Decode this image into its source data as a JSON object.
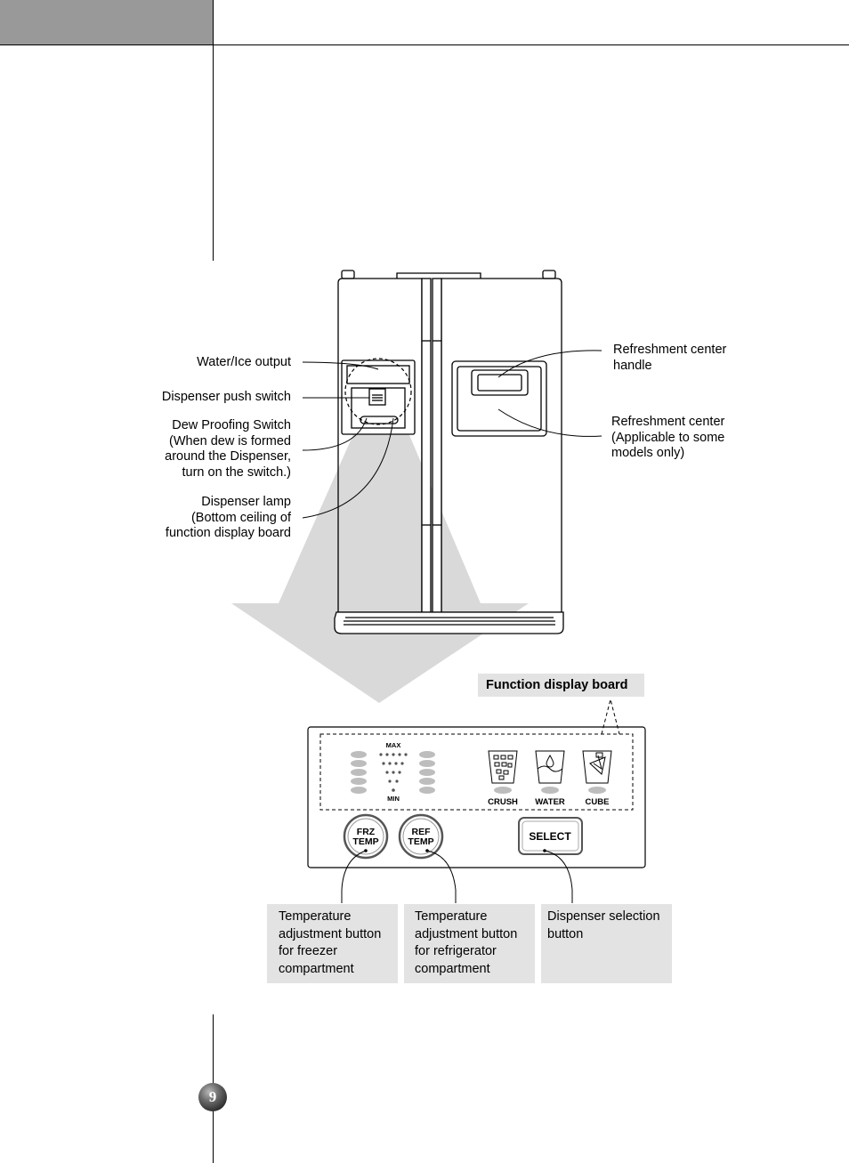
{
  "page": {
    "number": "9"
  },
  "callouts": {
    "water_ice_output": "Water/Ice output",
    "dispenser_push_switch": "Dispenser push switch",
    "dew_proofing_switch": [
      "Dew Proofing Switch",
      "(When dew is formed",
      "around the Dispenser,",
      "turn on the switch.)"
    ],
    "dispenser_lamp": [
      "Dispenser  lamp",
      "(Bottom  ceiling of",
      "function display board"
    ],
    "refreshment_center_handle": [
      "Refreshment center",
      "handle"
    ],
    "refreshment_center": [
      "Refreshment center",
      "(Applicable to some",
      "models only)"
    ]
  },
  "function_display_board": {
    "title": "Function  display  board",
    "level_max": "MAX",
    "level_min": "MIN",
    "dispenser_modes": [
      "CRUSH",
      "WATER",
      "CUBE"
    ],
    "buttons": {
      "frz_temp": [
        "FRZ",
        "TEMP"
      ],
      "ref_temp": [
        "REF",
        "TEMP"
      ],
      "select": "SELECT"
    }
  },
  "captions": {
    "freezer_button": [
      "Temperature",
      "adjustment button",
      "for  freezer",
      "compartment"
    ],
    "refrigerator_button": [
      "Temperature",
      "adjustment  button",
      "for  refrigerator",
      "compartment"
    ],
    "selection_button": [
      "Dispenser  selection",
      "button"
    ]
  }
}
